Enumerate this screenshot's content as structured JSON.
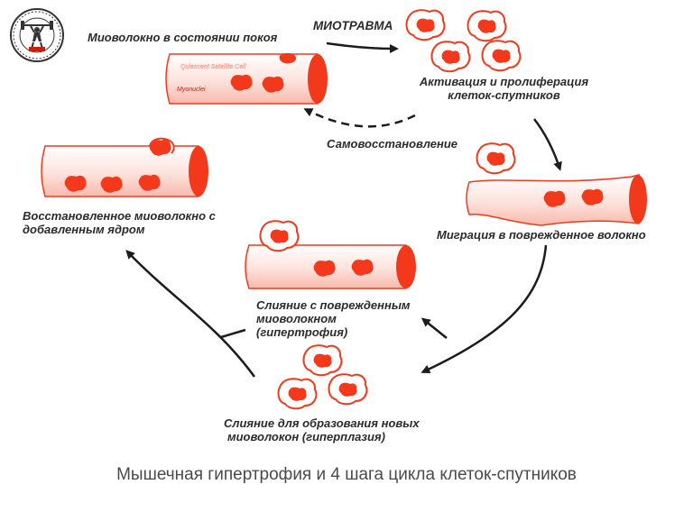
{
  "labels": {
    "trauma": "МИОТРАВМА",
    "resting": "Миоволокно в состоянии покоя",
    "activation": [
      "Активация и пролиферация",
      "клеток-спутников"
    ],
    "selfrepair": "Самовосстановление",
    "migration": "Миграция в поврежденное волокно",
    "restored": [
      "Восстановленное миоволокно с",
      "добавленным ядром"
    ],
    "fusion_damaged": [
      "Слияние с поврежденным",
      "миоволокном",
      "(гипертрофия)"
    ],
    "fusion_new": [
      "Слияние для образования новых",
      "миоволокон (гиперплазия)"
    ],
    "fiber_text_top": "Quiescent Satellite Cell",
    "fiber_text_nucleus": "Myonuclei"
  },
  "caption": "Мышечная гипертрофия и 4 шага цикла клеток-спутников",
  "colors": {
    "accent": "#f2391c",
    "fiber_fill": "#fde2dc",
    "arrow": "#1c1c1c",
    "text": "#2b2b2b"
  },
  "icons": {
    "logo": "barbell-athlete-seal-icon"
  }
}
